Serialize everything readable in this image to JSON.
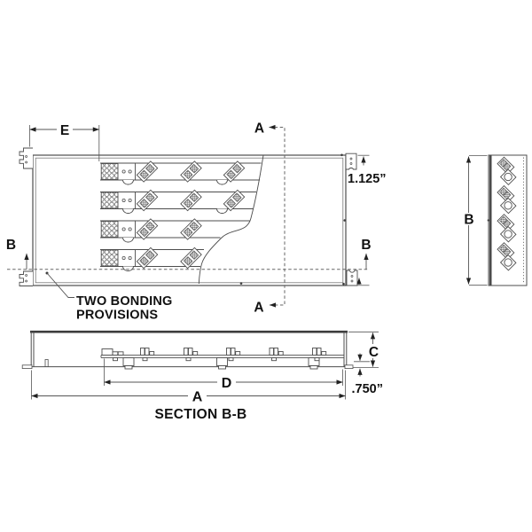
{
  "front_view": {
    "dim_e_label": "E",
    "top_offset_dim": "1.125”",
    "section_cut_a_top": "A",
    "section_cut_a_bottom": "A",
    "section_cut_b_left": "B",
    "section_cut_b_right": "B",
    "bonding_note_line1": "TWO BONDING",
    "bonding_note_line2": "PROVISIONS"
  },
  "side_view": {
    "dim_b_label": "B"
  },
  "section_view": {
    "title": "SECTION B-B",
    "dim_c_label": "C",
    "bottom_offset_dim": ".750”",
    "dim_d_label": "D",
    "dim_a_label": "A"
  },
  "colors": {
    "line": "#4d4d4d",
    "dark_line": "#3c3c3c",
    "dim_line": "#555555",
    "text": "#111111",
    "background": "#ffffff"
  }
}
